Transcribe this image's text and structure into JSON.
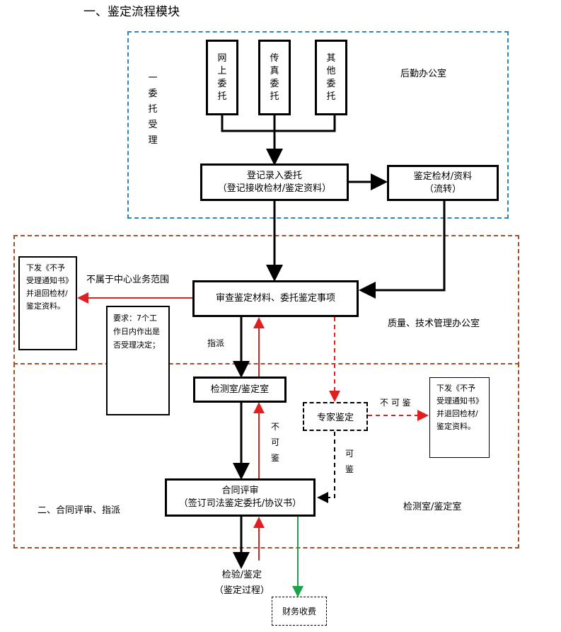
{
  "title": "一、鉴定流程模块",
  "section1": {
    "label_chars": [
      "一",
      "委",
      "托",
      "受",
      "理"
    ],
    "office": "后勤办公室"
  },
  "intake": {
    "online": [
      "网",
      "上",
      "委",
      "托"
    ],
    "fax": [
      "传",
      "真",
      "委",
      "托"
    ],
    "other": [
      "其",
      "他",
      "委",
      "托"
    ]
  },
  "register": {
    "line1": "登记录入委托",
    "line2": "（登记接收检材/鉴定资料）"
  },
  "materials": {
    "line1": "鉴定检材/资料",
    "line2": "（流转）"
  },
  "review": {
    "label": "审查鉴定材料、委托鉴定事项"
  },
  "quality_office": "质量、技术管理办公室",
  "out_of_scope": "不属于中心业务范围",
  "notice_left": "下发《不予受理通知书》并退回检材/鉴定资料。",
  "notice_right": "下发《不予受理通知书》并退回检材/鉴定资料。",
  "requirement": "要求：7个工作日内作出是否受理决定；",
  "assign": "指派",
  "lab": "检测室/鉴定室",
  "expert": "专家鉴定",
  "cannot_h": "不 可 鉴",
  "cannot_v": [
    "不",
    "可",
    "鉴"
  ],
  "can_v": [
    "可",
    "鉴"
  ],
  "contract": {
    "line1": "合同评审",
    "line2": "（签订司法鉴定委托/协议书）"
  },
  "section2": "二、合同评审、指派",
  "lab_office": "检测室/鉴定室",
  "output": {
    "line1": "检验/鉴定",
    "line2": "（鉴定过程）"
  },
  "finance": "财务收费",
  "colors": {
    "blue_dash": "#2e86c1",
    "brown_dash": "#a0522d",
    "red": "#e02020",
    "green": "#1aa34a"
  }
}
